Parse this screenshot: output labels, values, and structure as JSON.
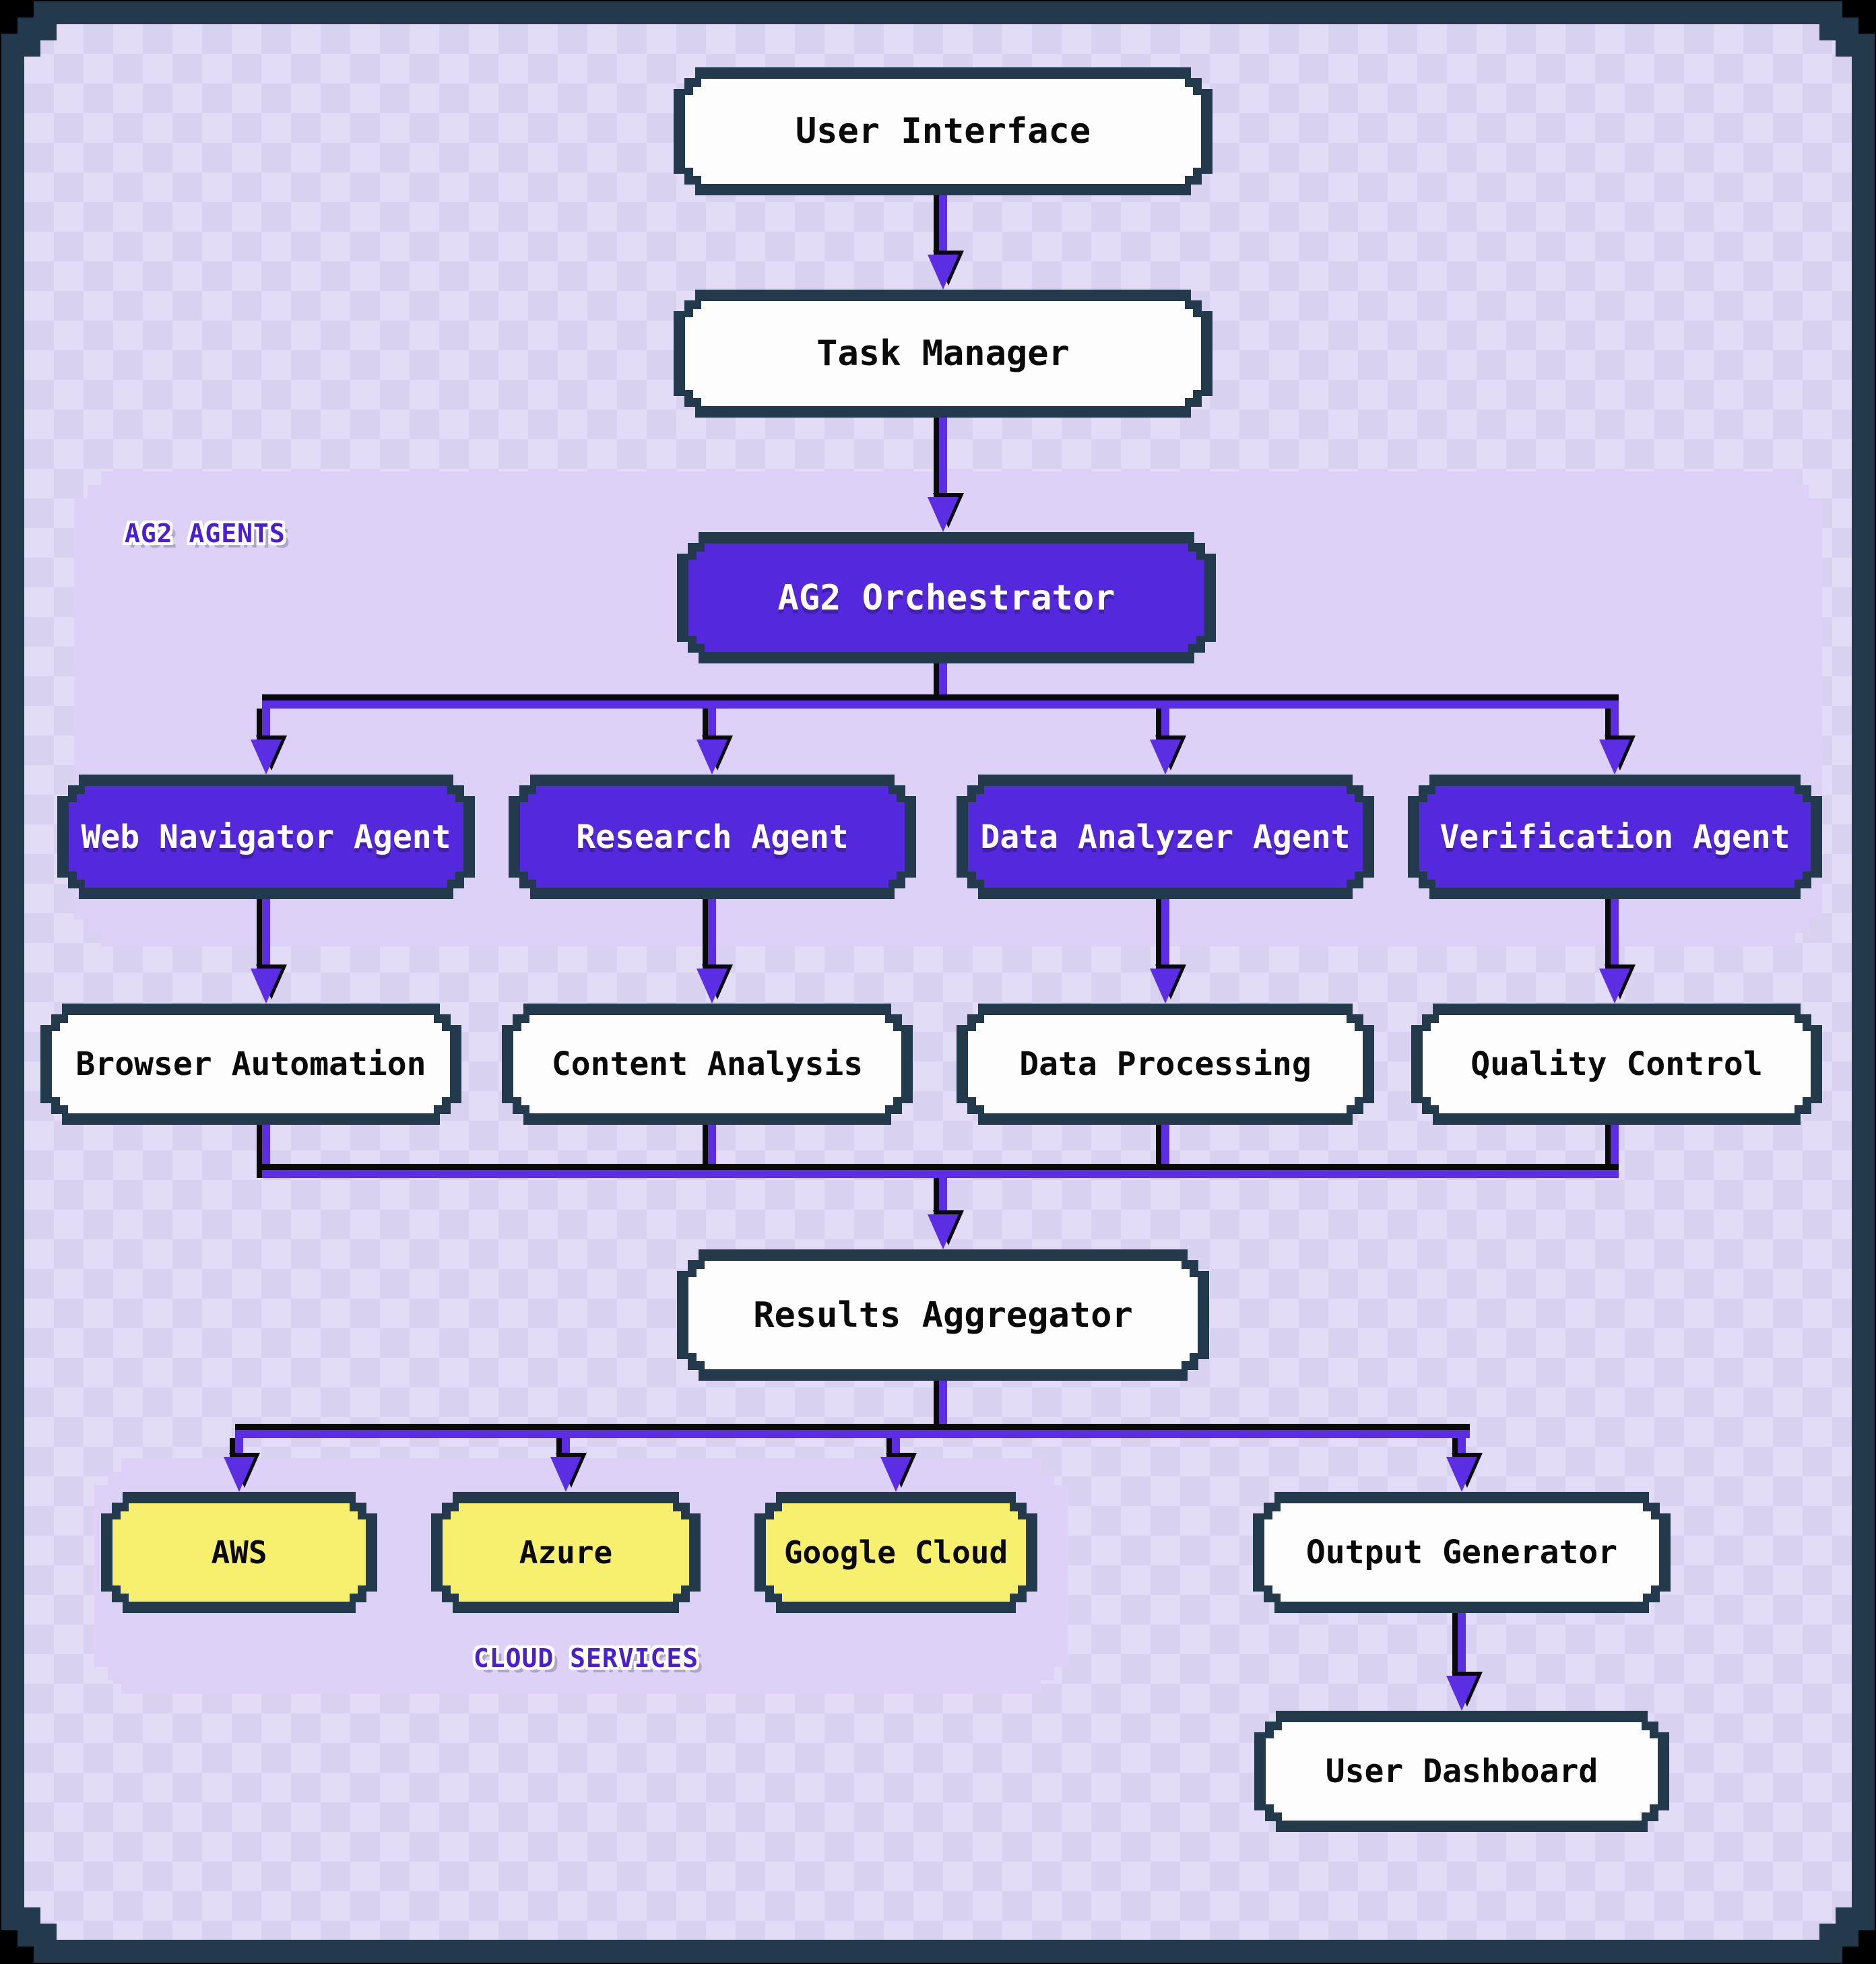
{
  "diagram": {
    "type": "flowchart",
    "direction": "top-down",
    "groups": {
      "ag2": {
        "label": "AG2 AGENTS"
      },
      "cloud": {
        "label": "CLOUD SERVICES"
      }
    },
    "nodes": {
      "user_interface": {
        "label": "User Interface",
        "style": "default"
      },
      "task_manager": {
        "label": "Task Manager",
        "style": "default"
      },
      "ag2_orchestrator": {
        "label": "AG2 Orchestrator",
        "style": "agent"
      },
      "web_navigator": {
        "label": "Web Navigator Agent",
        "style": "agent"
      },
      "research_agent": {
        "label": "Research Agent",
        "style": "agent"
      },
      "data_analyzer": {
        "label": "Data Analyzer Agent",
        "style": "agent"
      },
      "verification_agent": {
        "label": "Verification Agent",
        "style": "agent"
      },
      "browser_automation": {
        "label": "Browser Automation",
        "style": "default"
      },
      "content_analysis": {
        "label": "Content Analysis",
        "style": "default"
      },
      "data_processing": {
        "label": "Data Processing",
        "style": "default"
      },
      "quality_control": {
        "label": "Quality Control",
        "style": "default"
      },
      "results_aggregator": {
        "label": "Results Aggregator",
        "style": "default"
      },
      "aws": {
        "label": "AWS",
        "style": "cloud"
      },
      "azure": {
        "label": "Azure",
        "style": "cloud"
      },
      "google_cloud": {
        "label": "Google Cloud",
        "style": "cloud"
      },
      "output_generator": {
        "label": "Output Generator",
        "style": "default"
      },
      "user_dashboard": {
        "label": "User Dashboard",
        "style": "default"
      }
    },
    "edges": [
      {
        "from": "user_interface",
        "to": "task_manager"
      },
      {
        "from": "task_manager",
        "to": "ag2_orchestrator"
      },
      {
        "from": "ag2_orchestrator",
        "to": "web_navigator"
      },
      {
        "from": "ag2_orchestrator",
        "to": "research_agent"
      },
      {
        "from": "ag2_orchestrator",
        "to": "data_analyzer"
      },
      {
        "from": "ag2_orchestrator",
        "to": "verification_agent"
      },
      {
        "from": "web_navigator",
        "to": "browser_automation"
      },
      {
        "from": "research_agent",
        "to": "content_analysis"
      },
      {
        "from": "data_analyzer",
        "to": "data_processing"
      },
      {
        "from": "verification_agent",
        "to": "quality_control"
      },
      {
        "from": "browser_automation",
        "to": "results_aggregator"
      },
      {
        "from": "content_analysis",
        "to": "results_aggregator"
      },
      {
        "from": "data_processing",
        "to": "results_aggregator"
      },
      {
        "from": "quality_control",
        "to": "results_aggregator"
      },
      {
        "from": "results_aggregator",
        "to": "aws"
      },
      {
        "from": "results_aggregator",
        "to": "azure"
      },
      {
        "from": "results_aggregator",
        "to": "google_cloud"
      },
      {
        "from": "results_aggregator",
        "to": "output_generator"
      },
      {
        "from": "output_generator",
        "to": "user_dashboard"
      }
    ],
    "colors": {
      "frame_navy": "#223a4c",
      "background": "#d8d1f0",
      "background_check": "#e2dcf7",
      "node_border": "#223a4c",
      "node_fill_default": "#fdfdfd",
      "node_fill_agent": "#5428dc",
      "node_fill_cloud": "#f7ef6e",
      "edge_purple": "#5b2ee4",
      "edge_black": "#0a0a0a",
      "group_fill": "#ddd1f7",
      "group_label_purple": "#4a1fd0"
    }
  }
}
